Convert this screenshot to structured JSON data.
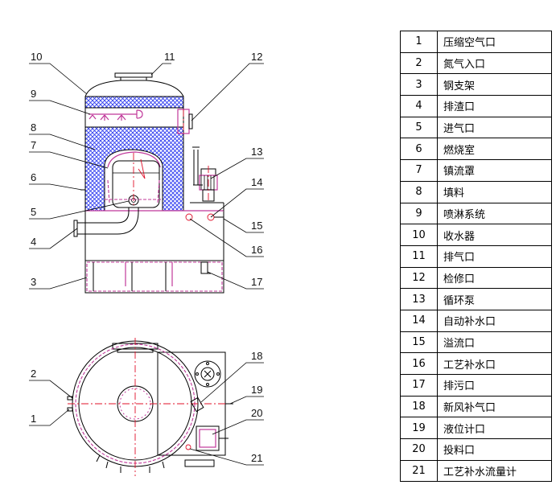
{
  "callouts": [
    "1",
    "2",
    "3",
    "4",
    "5",
    "6",
    "7",
    "8",
    "9",
    "10",
    "11",
    "12",
    "13",
    "14",
    "15",
    "16",
    "17",
    "18",
    "19",
    "20",
    "21"
  ],
  "parts": [
    {
      "num": "1",
      "label": "压缩空气口"
    },
    {
      "num": "2",
      "label": "氮气入口"
    },
    {
      "num": "3",
      "label": "钢支架"
    },
    {
      "num": "4",
      "label": "排渣口"
    },
    {
      "num": "5",
      "label": "进气口"
    },
    {
      "num": "6",
      "label": "燃烧室"
    },
    {
      "num": "7",
      "label": "镇流罩"
    },
    {
      "num": "8",
      "label": "填料"
    },
    {
      "num": "9",
      "label": "喷淋系统"
    },
    {
      "num": "10",
      "label": "收水器"
    },
    {
      "num": "11",
      "label": "排气口"
    },
    {
      "num": "12",
      "label": "检修口"
    },
    {
      "num": "13",
      "label": "循环泵"
    },
    {
      "num": "14",
      "label": "自动补水口"
    },
    {
      "num": "15",
      "label": "溢流口"
    },
    {
      "num": "16",
      "label": "工艺补水口"
    },
    {
      "num": "17",
      "label": "排污口"
    },
    {
      "num": "18",
      "label": "新风补气口"
    },
    {
      "num": "19",
      "label": "液位计口"
    },
    {
      "num": "20",
      "label": "投料口"
    },
    {
      "num": "21",
      "label": "工艺补水流量计"
    }
  ],
  "colors": {
    "outline": "#000000",
    "accent": "#c0389a",
    "fill": "#2f3cf0",
    "centerline": "#e0102a"
  }
}
